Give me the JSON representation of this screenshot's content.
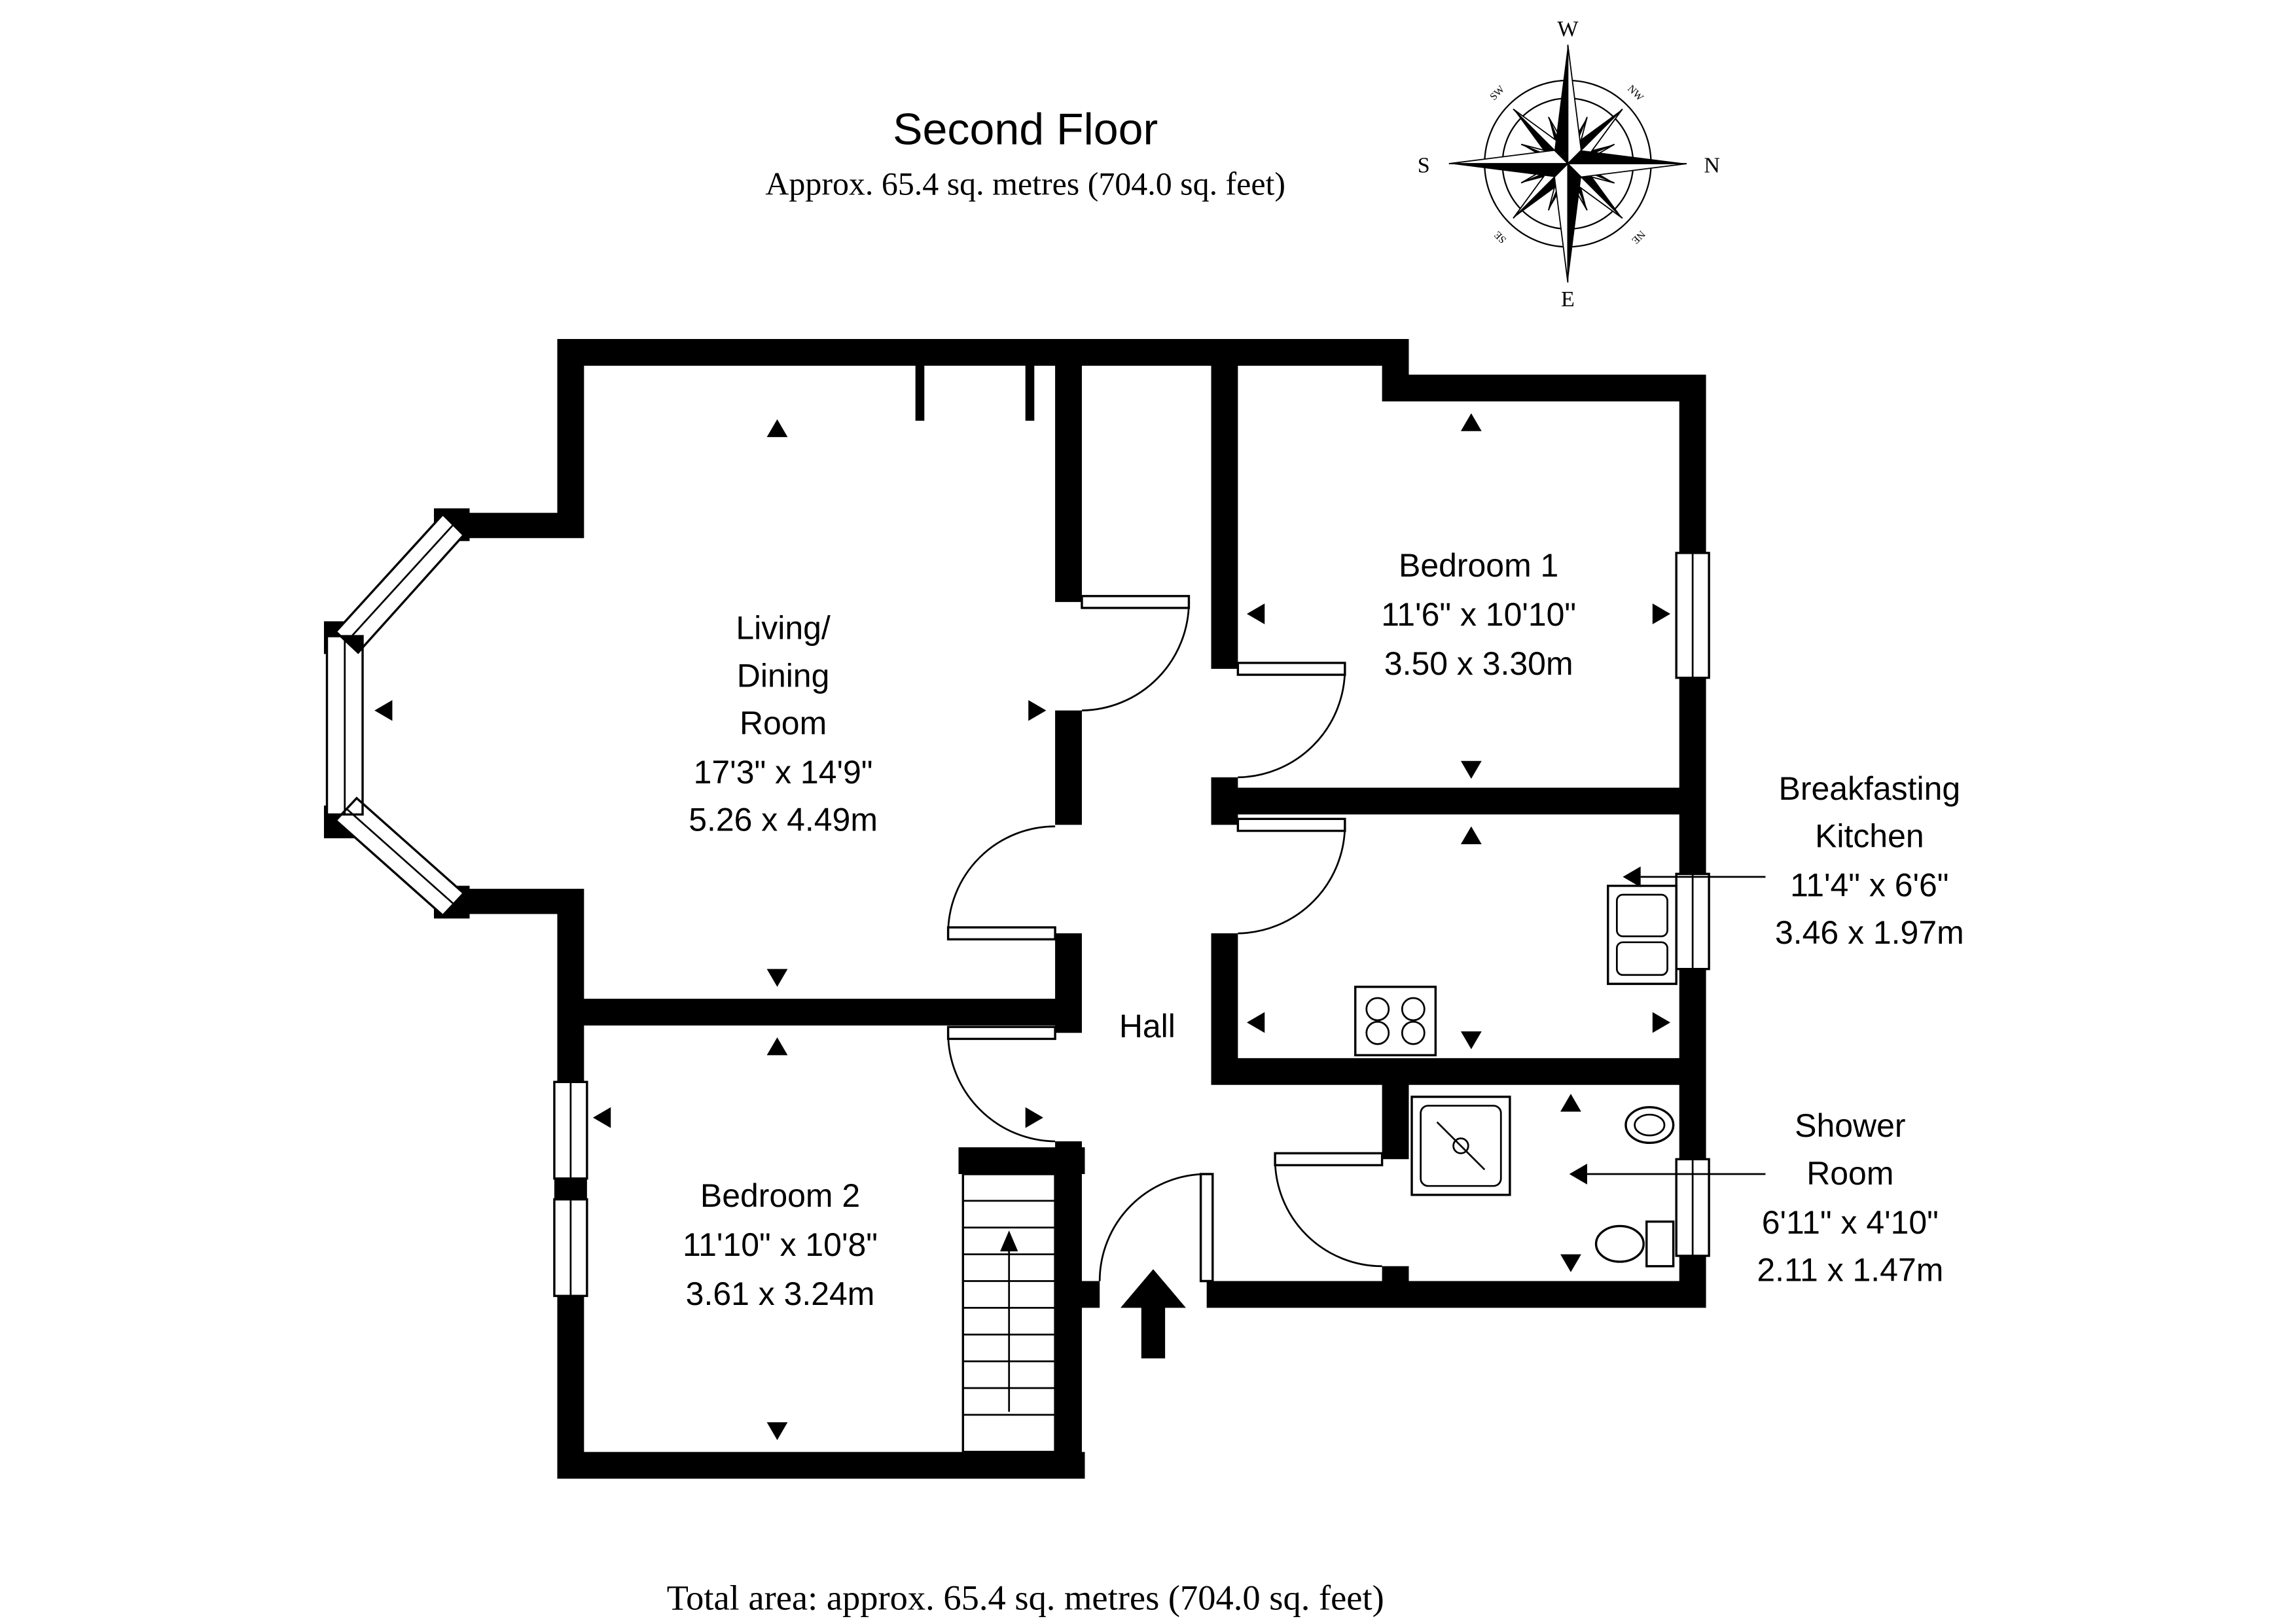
{
  "header": {
    "title": "Second Floor",
    "subtitle": "Approx. 65.4 sq. metres (704.0 sq. feet)"
  },
  "footer": {
    "total_area": "Total area: approx. 65.4 sq. metres (704.0 sq. feet)"
  },
  "compass": {
    "top": "W",
    "right": "N",
    "bottom": "E",
    "left": "S",
    "top_right": "NW",
    "bottom_right": "NE",
    "bottom_left": "SE",
    "top_left": "SW"
  },
  "rooms": {
    "living": {
      "line1": "Living/",
      "line2": "Dining",
      "line3": "Room",
      "imperial": "17'3\" x 14'9\"",
      "metric": "5.26 x 4.49m"
    },
    "bedroom1": {
      "name": "Bedroom 1",
      "imperial": "11'6\" x 10'10\"",
      "metric": "3.50 x 3.30m"
    },
    "bedroom2": {
      "name": "Bedroom 2",
      "imperial": "11'10\" x 10'8\"",
      "metric": "3.61 x 3.24m"
    },
    "kitchen": {
      "line1": "Breakfasting",
      "line2": "Kitchen",
      "imperial": "11'4\" x 6'6\"",
      "metric": "3.46 x 1.97m"
    },
    "shower": {
      "line1": "Shower",
      "line2": "Room",
      "imperial": "6'11\" x 4'10\"",
      "metric": "2.11 x 1.47m"
    },
    "hall": {
      "name": "Hall"
    }
  }
}
